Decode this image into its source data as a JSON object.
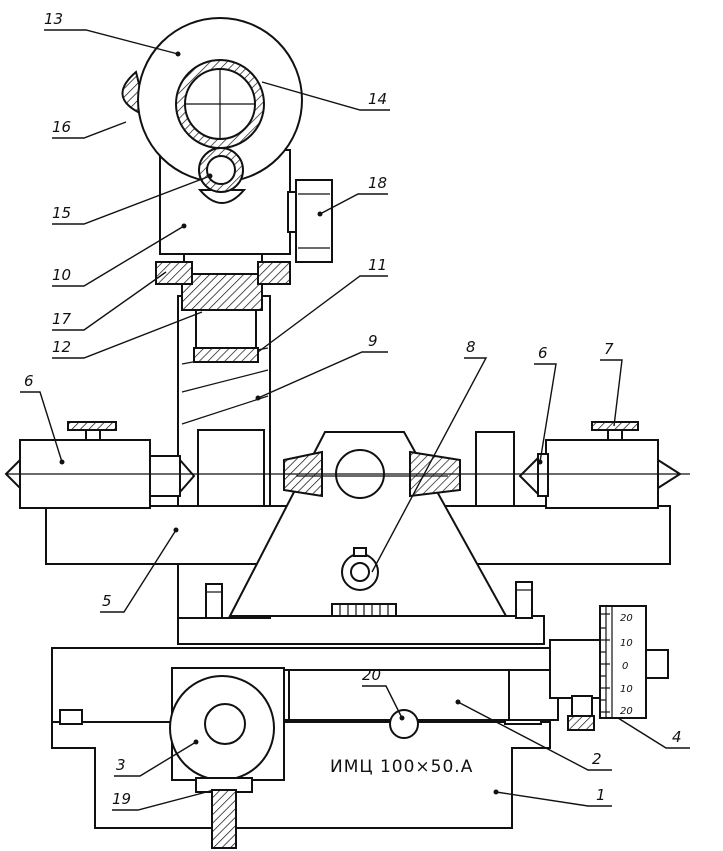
{
  "model_marking": "ИМЦ 100×50.А",
  "drum_scale": [
    "20",
    "10",
    "0",
    "10",
    "20"
  ],
  "callouts": [
    {
      "label": "13"
    },
    {
      "label": "14"
    },
    {
      "label": "16"
    },
    {
      "label": "15"
    },
    {
      "label": "18"
    },
    {
      "label": "10"
    },
    {
      "label": "11"
    },
    {
      "label": "17"
    },
    {
      "label": "12"
    },
    {
      "label": "9"
    },
    {
      "label": "8"
    },
    {
      "label": "6"
    },
    {
      "label": "6"
    },
    {
      "label": "7"
    },
    {
      "label": "5"
    },
    {
      "label": "20"
    },
    {
      "label": "3"
    },
    {
      "label": "2"
    },
    {
      "label": "4"
    },
    {
      "label": "19"
    },
    {
      "label": "1"
    }
  ]
}
